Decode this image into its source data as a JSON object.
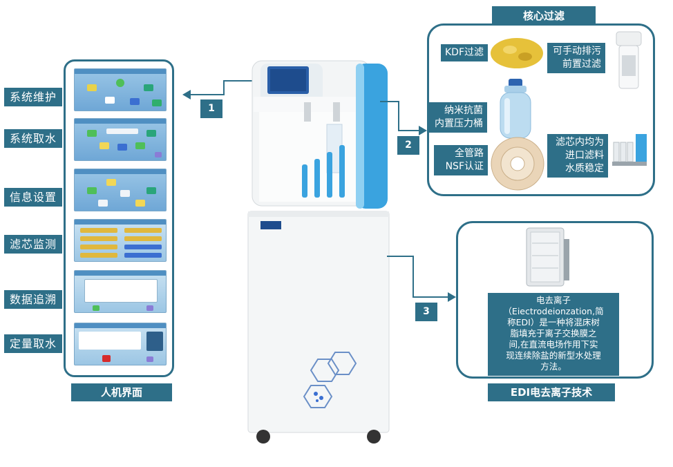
{
  "left_menu": {
    "items": [
      {
        "label": "系统维护"
      },
      {
        "label": "系统取水"
      },
      {
        "label": "信息设置"
      },
      {
        "label": "滤芯监测"
      },
      {
        "label": "数据追溯"
      },
      {
        "label": "定量取水"
      }
    ],
    "section_title": "人机界面"
  },
  "callouts": {
    "one": "1",
    "two": "2",
    "three": "3"
  },
  "core_filter": {
    "title": "核心过滤",
    "tags": {
      "kdf": "KDF过滤",
      "manual_drain": [
        "可手动排污",
        "前置过滤"
      ],
      "nano": [
        "纳米抗菌",
        "内置压力桶"
      ],
      "full_pipe": [
        "全管路",
        "NSF认证"
      ],
      "imported": [
        "滤芯内均为",
        "进口滤料",
        "水质稳定"
      ]
    }
  },
  "edi": {
    "title_prefix": "EDI",
    "title_rest": "电去离子技术",
    "description_lines": [
      "电去离子",
      "（Eiectrodeionzation,简",
      "称EDI）是一种将混床树",
      "脂填充于离子交换膜之",
      "间,在直流电场作用下实",
      "现连续除盐的新型水处理",
      "方法。"
    ]
  },
  "colors": {
    "accent": "#2e6f88",
    "machine_blue": "#3aa3df",
    "cabinet": "#f4f6f7"
  }
}
